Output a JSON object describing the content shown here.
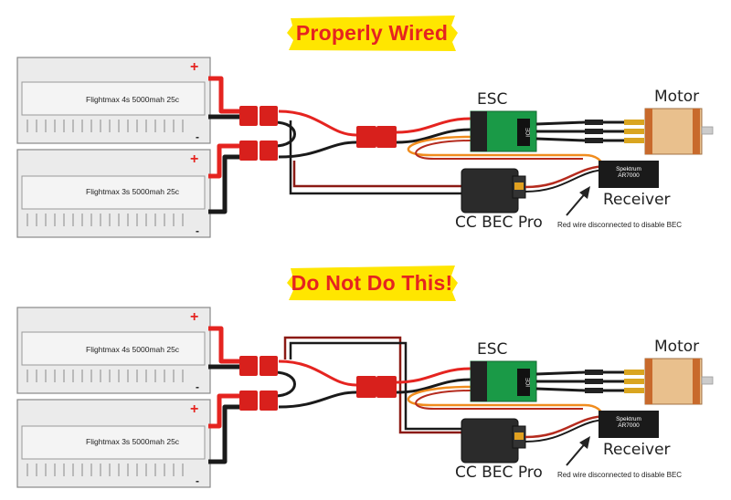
{
  "panels": [
    {
      "heading": "Properly Wired",
      "batteries": [
        "Flightmax 4s 5000mah 25c",
        "Flightmax 3s 5000mah 25c"
      ],
      "plus_symbol": "+",
      "minus_symbol": "-",
      "esc_label": "ESC",
      "motor_label": "Motor",
      "receiver_label": "Receiver",
      "receiver_model_line1": "Spektrum",
      "receiver_model_line2": "AR7000",
      "bec_label": "CC BEC Pro",
      "note": "Red wire disconnected to disable BEC",
      "variant": "correct"
    },
    {
      "heading": "Do Not Do This!",
      "batteries": [
        "Flightmax 4s 5000mah 25c",
        "Flightmax 3s 5000mah 25c"
      ],
      "plus_symbol": "+",
      "minus_symbol": "-",
      "esc_label": "ESC",
      "motor_label": "Motor",
      "receiver_label": "Receiver",
      "receiver_model_line1": "Spektrum",
      "receiver_model_line2": "AR7000",
      "bec_label": "CC BEC Pro",
      "note": "Red wire disconnected to disable BEC",
      "variant": "incorrect"
    }
  ],
  "colors": {
    "positive_wire": "#e52420",
    "negative_wire": "#1a1a1a",
    "banner_yellow": "#ffe600",
    "banner_text": "#e52420",
    "esc_green": "#1a9a47",
    "motor_tan": "#e9c08d",
    "motor_band": "#c86a2c",
    "battery_gray": "#ebebeb",
    "signal_orange": "#f08c1e",
    "bec_dark": "#2b2b2b"
  }
}
